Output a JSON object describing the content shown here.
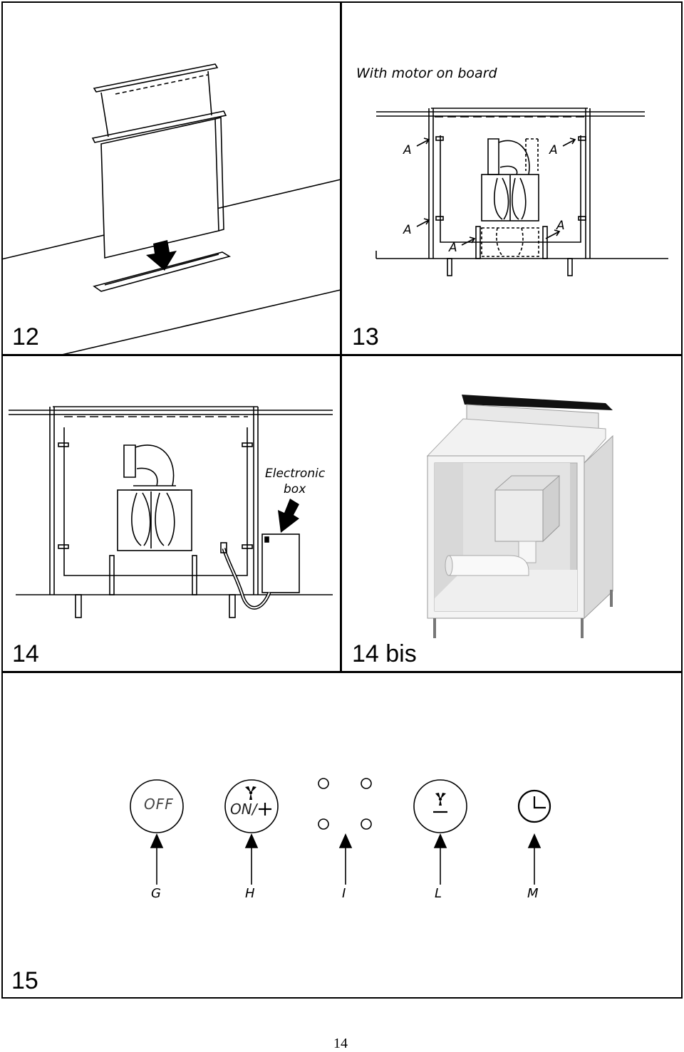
{
  "figures": {
    "fig12": {
      "number": "12"
    },
    "fig13": {
      "number": "13",
      "caption": "With motor on board",
      "label_a": "A"
    },
    "fig14": {
      "number": "14",
      "callout": {
        "line1": "Electronic",
        "line2": "box"
      }
    },
    "fig14bis": {
      "number": "14 bis"
    },
    "fig15": {
      "number": "15",
      "buttons": {
        "off_text": "OFF",
        "on_text": "ON/"
      },
      "labels": {
        "g": "G",
        "h": "H",
        "i": "I",
        "l": "L",
        "m": "M"
      }
    }
  },
  "page_number": "14",
  "colors": {
    "line": "#000000",
    "gray_light": "#e8e8e8",
    "gray_mid": "#cfcfcf",
    "gray_dark": "#8a8a8a"
  }
}
